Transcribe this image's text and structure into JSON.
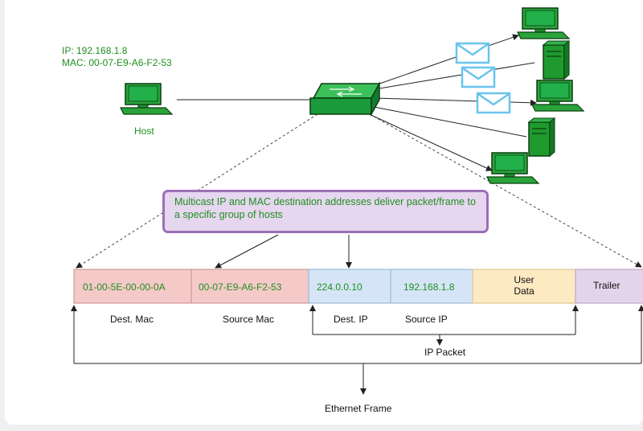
{
  "host": {
    "ip_line": "IP: 192.168.1.8",
    "mac_line": "MAC: 00-07-E9-A6-F2-53",
    "label": "Host"
  },
  "note": "Multicast IP and MAC destination addresses deliver packet/frame to a specific group of hosts",
  "frame_fields": [
    {
      "value": "01-00-5E-00-00-0A",
      "caption": "Dest. Mac"
    },
    {
      "value": "00-07-E9-A6-F2-53",
      "caption": "Source Mac"
    },
    {
      "value": "224.0.0.10",
      "caption": "Dest. IP"
    },
    {
      "value": "192.168.1.8",
      "caption": "Source IP"
    },
    {
      "value": "User\nData",
      "caption": ""
    },
    {
      "value": "Trailer",
      "caption": ""
    }
  ],
  "labels": {
    "ip_packet": "IP Packet",
    "ethernet_frame": "Ethernet Frame"
  },
  "colors": {
    "dest_mac_fill": "#f6c9c9",
    "source_mac_fill": "#f6c9c9",
    "ip_fill": "#d5e5f7",
    "user_data_fill": "#fde9c2",
    "trailer_fill": "#e3d4ec",
    "switch_green": "#1a9a3a",
    "host_green": "#1e9a2e",
    "envelope_blue": "#69c4ec",
    "note_border": "#9b6fb6",
    "note_fill": "#e6d6ef",
    "text_green": "#1f8f1f"
  }
}
